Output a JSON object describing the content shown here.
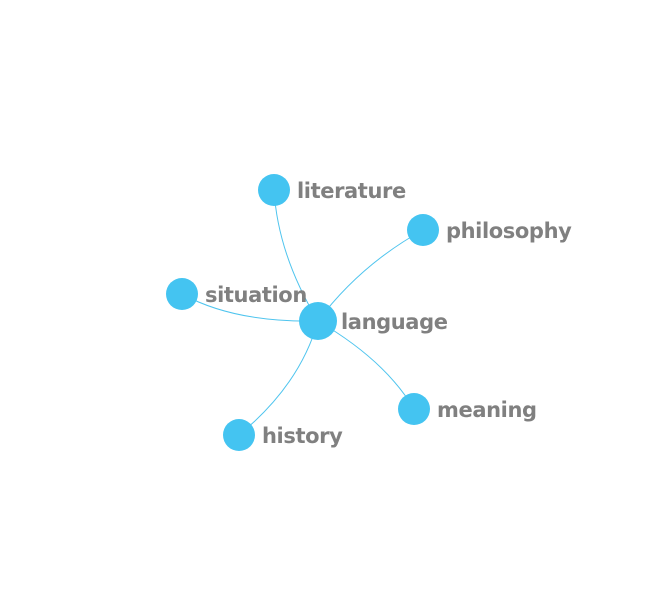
{
  "graph": {
    "center": {
      "id": "language",
      "label": "language"
    },
    "nodes": [
      {
        "id": "literature",
        "label": "literature"
      },
      {
        "id": "philosophy",
        "label": "philosophy"
      },
      {
        "id": "situation",
        "label": "situation"
      },
      {
        "id": "meaning",
        "label": "meaning"
      },
      {
        "id": "history",
        "label": "history"
      }
    ],
    "edges": [
      {
        "source": "language",
        "target": "literature"
      },
      {
        "source": "language",
        "target": "philosophy"
      },
      {
        "source": "language",
        "target": "situation"
      },
      {
        "source": "language",
        "target": "meaning"
      },
      {
        "source": "language",
        "target": "history"
      }
    ],
    "colors": {
      "node": "#44c4f1",
      "edge": "#4ec4ee",
      "label": "#808080"
    }
  }
}
